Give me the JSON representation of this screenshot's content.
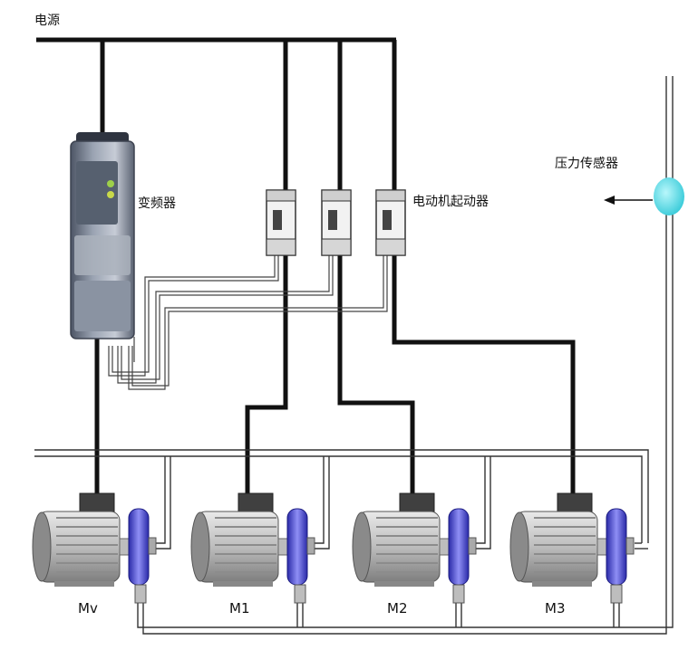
{
  "labels": {
    "power_source": "电源",
    "vfd": "变频器",
    "motor_starter": "电动机起动器",
    "pressure_sensor": "压力传感器"
  },
  "motors": [
    {
      "label": "Mv"
    },
    {
      "label": "M1"
    },
    {
      "label": "M2"
    },
    {
      "label": "M3"
    }
  ],
  "colors": {
    "wire": "#111111",
    "vfd_body": "#7b8596",
    "pump_head": "#3a3ad0",
    "sensor": "#5fe0ea",
    "pipe": "#333333"
  }
}
